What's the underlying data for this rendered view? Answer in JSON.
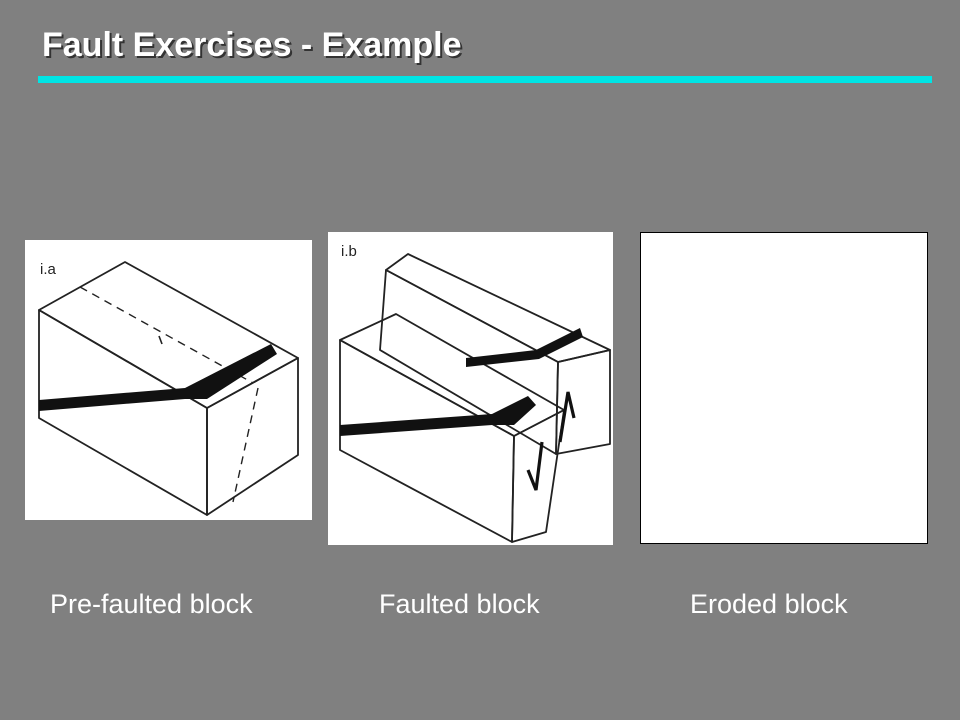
{
  "slide": {
    "title": "Fault Exercises - Example"
  },
  "panels": [
    {
      "label": "i.a",
      "caption": "Pre-faulted block"
    },
    {
      "label": "i.b",
      "caption": "Faulted block"
    },
    {
      "label": "",
      "caption": "Eroded block"
    }
  ],
  "colors": {
    "background": "#808080",
    "title_rule": "#00e5e5",
    "text": "#ffffff"
  }
}
